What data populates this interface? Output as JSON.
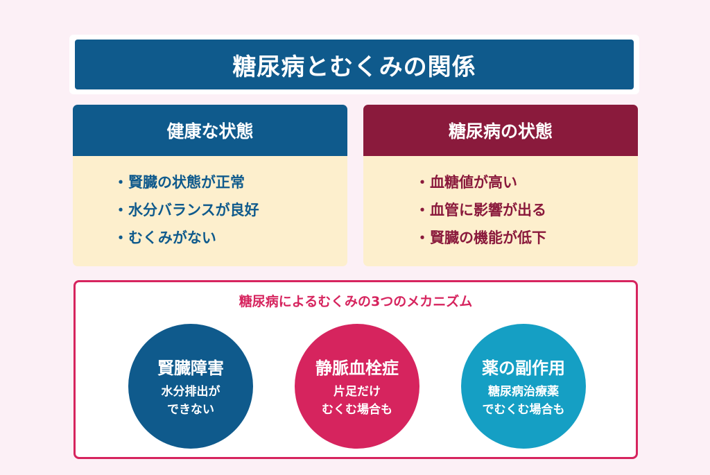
{
  "title": "糖尿病とむくみの関係",
  "healthy": {
    "heading": "健康な状態",
    "items": [
      "賢臓の状態が正常",
      "水分バランスが良好",
      "むくみがない"
    ]
  },
  "diabetic": {
    "heading": "糖尿病の状態",
    "items": [
      "血糖値が高い",
      "血管に影響が出る",
      "賢臓の機能が低下"
    ]
  },
  "bullet": "・",
  "mechanisms": {
    "title": "糖尿病によるむくみの3つのメカニズム",
    "items": [
      {
        "title": "賢臓障害",
        "lines": [
          "水分排出が",
          "できない"
        ]
      },
      {
        "title": "静脈血栓症",
        "lines": [
          "片足だけ",
          "むくむ場合も"
        ]
      },
      {
        "title": "薬の副作用",
        "lines": [
          "糖尿病治療薬",
          "でむくむ場合も"
        ]
      }
    ]
  },
  "colors": {
    "navy": "#0f5a8c",
    "wine": "#8a1a3c",
    "pink": "#d6245e",
    "cyan": "#159fc4",
    "cream": "#fdefcd",
    "background": "#fcf0f6"
  }
}
